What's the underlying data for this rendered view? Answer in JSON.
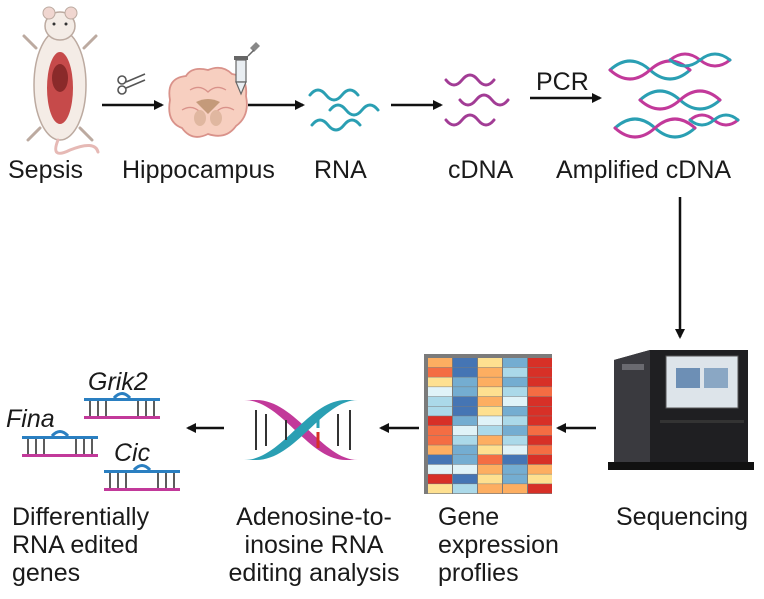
{
  "top_row": {
    "sepsis": "Sepsis",
    "hippocampus": "Hippocampus",
    "rna": "RNA",
    "cdna": "cDNA",
    "pcr": "PCR",
    "amplified": "Amplified cDNA"
  },
  "bottom_row": {
    "sequencing": "Sequencing",
    "gene_expr": [
      "Gene",
      "expression",
      "proflies"
    ],
    "editing": [
      "Adenosine-to-",
      "inosine RNA",
      "editing analysis"
    ],
    "diff": [
      "Differentially",
      "RNA edited",
      "genes"
    ]
  },
  "genes": {
    "grik2": "Grik2",
    "fina": "Fina",
    "cic": "Cic"
  },
  "colors": {
    "teal": "#2a9fb3",
    "magenta": "#c2399a",
    "purple": "#9b4a9a",
    "heat_red": "#d73027",
    "heat_blue": "#4575b4",
    "heat_yellow": "#fee090"
  }
}
